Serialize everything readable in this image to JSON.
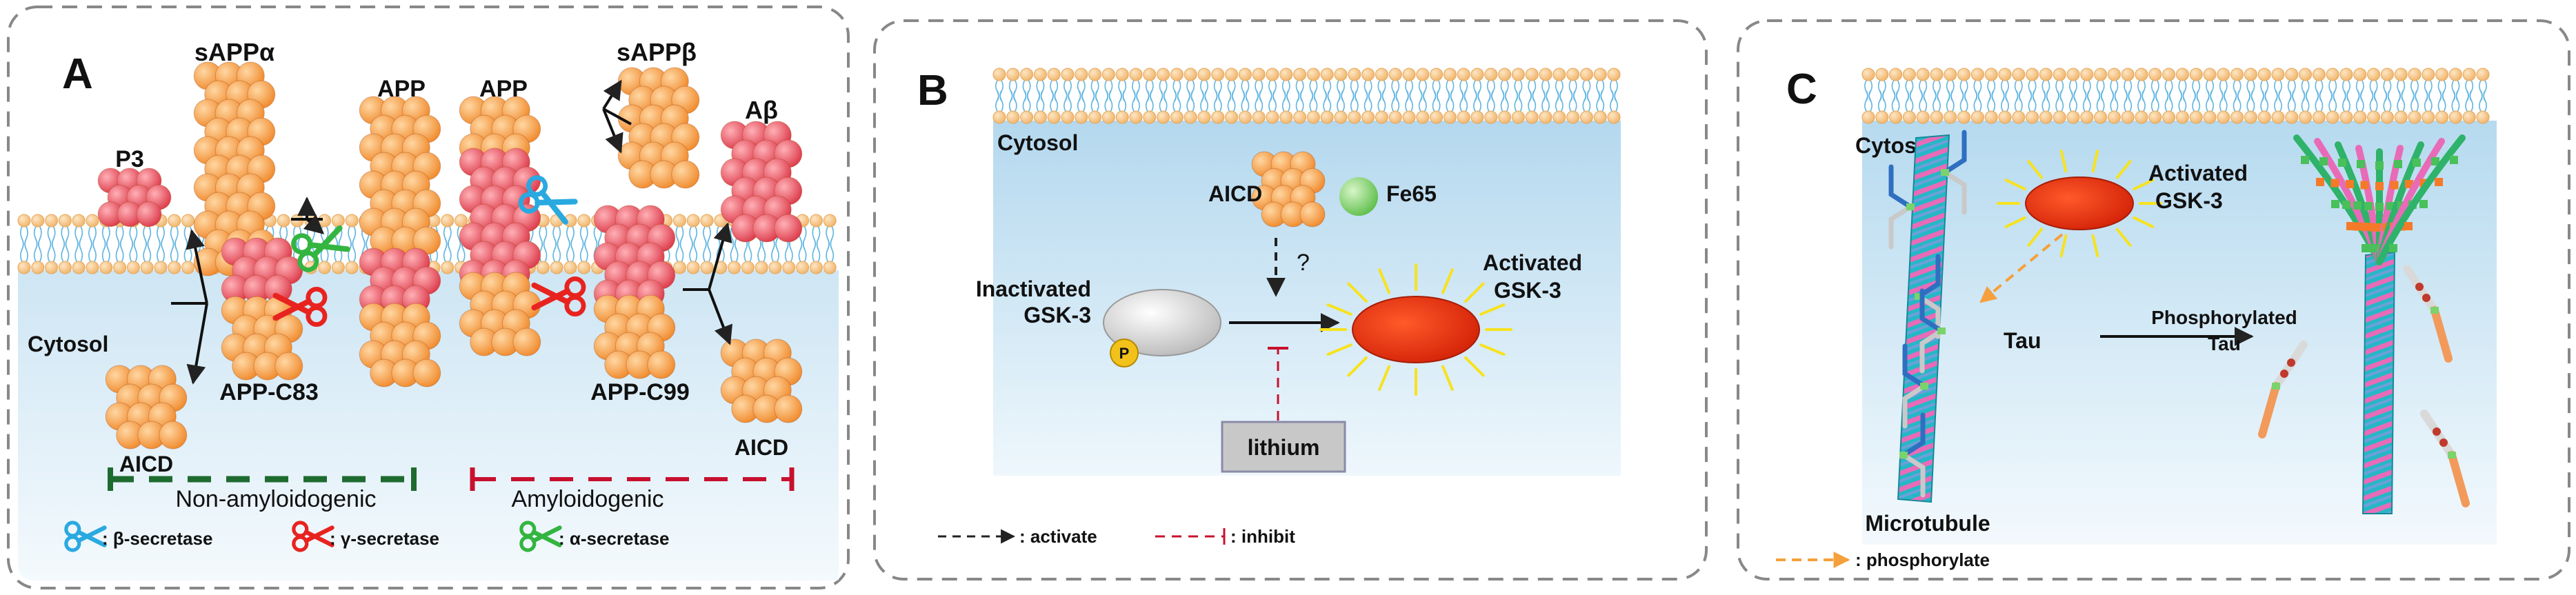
{
  "panel_a": {
    "letter": "A",
    "labels": {
      "sappa": "sAPPα",
      "app1": "APP",
      "app2": "APP",
      "sappb": "sAPPβ",
      "abeta": "Aβ",
      "p3": "P3",
      "cytosol": "Cytosol",
      "app_c83": "APP-C83",
      "app_c99": "APP-C99",
      "aicd_left": "AICD",
      "aicd_right": "AICD"
    },
    "pathways": {
      "non_amyloidogenic": "Non-amyloidogenic",
      "amyloidogenic": "Amyloidogenic"
    },
    "legend": [
      {
        "text": ": β-secretase",
        "color": "#29a9e0"
      },
      {
        "text": ": γ-secretase",
        "color": "#e8231f"
      },
      {
        "text": ": α-secretase",
        "color": "#33b540"
      }
    ]
  },
  "panel_b": {
    "letter": "B",
    "cytosol": "Cytosol",
    "aicd": "AICD",
    "fe65": "Fe65",
    "question": "?",
    "inactivated_line1": "Inactivated",
    "inactivated_line2": "GSK-3",
    "activated_line1": "Activated",
    "activated_line2": "GSK-3",
    "p_badge": "P",
    "lithium": "lithium",
    "legend": {
      "activate": ": activate",
      "inhibit": ": inhibit"
    }
  },
  "panel_c": {
    "letter": "C",
    "cytosol": "Cytosol",
    "activated_line1": "Activated",
    "activated_line2": "GSK-3",
    "tau": "Tau",
    "phospho_line1": "Phosphorylated",
    "phospho_line2": "Tau",
    "microtubule": "Microtubule",
    "legend": {
      "phosphorylate": ": phosphorylate"
    }
  },
  "colors": {
    "orange": "#f5a04f",
    "pink": "#ea5b68",
    "membrane": "#f6c27f",
    "gsk_active": "#e62f0f",
    "lithium_box": "#c8c8c8",
    "non_amyloid_green": "#1e6b30",
    "amyloid_red": "#c8102e"
  }
}
